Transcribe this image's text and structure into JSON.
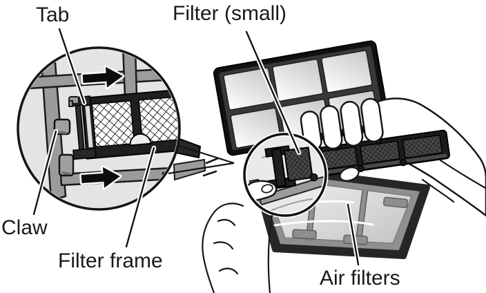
{
  "figure": {
    "type": "instruction-illustration"
  },
  "labels": {
    "tab": "Tab",
    "filter_small": "Filter (small)",
    "claw": "Claw",
    "filter_frame": "Filter frame",
    "air_filters": "Air filters"
  },
  "icons": {
    "slide_arrow_top": "right-arrow",
    "slide_arrow_bottom": "right-arrow"
  },
  "colors": {
    "background": "#ffffff",
    "line": "#141414",
    "text": "#191919",
    "inset_background": "#e4e4e4",
    "frame_bar": "#9b9b9b",
    "claw_fill": "#a0a0a0",
    "mesh_frame": "#1f1f1f",
    "panel_inner_frame": "#383838",
    "tray_band": "#8f8f8f",
    "tray_outline": "#262626",
    "strip_body": "#1b1b1b"
  }
}
